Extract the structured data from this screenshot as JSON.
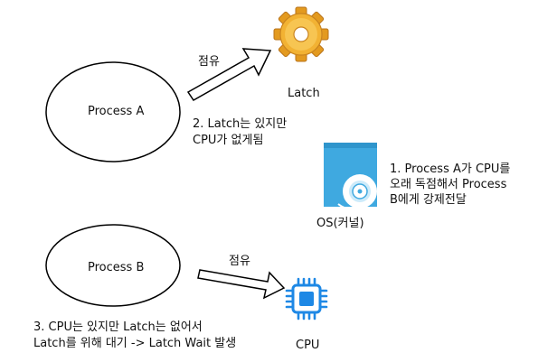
{
  "nodes": {
    "process_a": "Process A",
    "process_b": "Process B",
    "latch": "Latch",
    "os": "OS(커널)",
    "cpu": "CPU"
  },
  "edges": {
    "a_to_latch": "점유",
    "b_to_cpu": "점유"
  },
  "notes": {
    "step1": [
      "1. Process A가 CPU를",
      "오래 독점해서 Process",
      "B에게 강제전달"
    ],
    "step2": [
      "2. Latch는 있지만",
      "CPU가 없게됨"
    ],
    "step3": [
      "3. CPU는 있지만 Latch는 없어서",
      "Latch를 위해 대기 -> Latch Wait 발생"
    ]
  },
  "icons": {
    "latch": "gear-icon",
    "os": "os-disk-icon",
    "cpu": "cpu-chip-icon"
  },
  "colors": {
    "gear": "#F2B233",
    "os_tile": "#3FA9E0",
    "cpu": "#1E88E5"
  }
}
